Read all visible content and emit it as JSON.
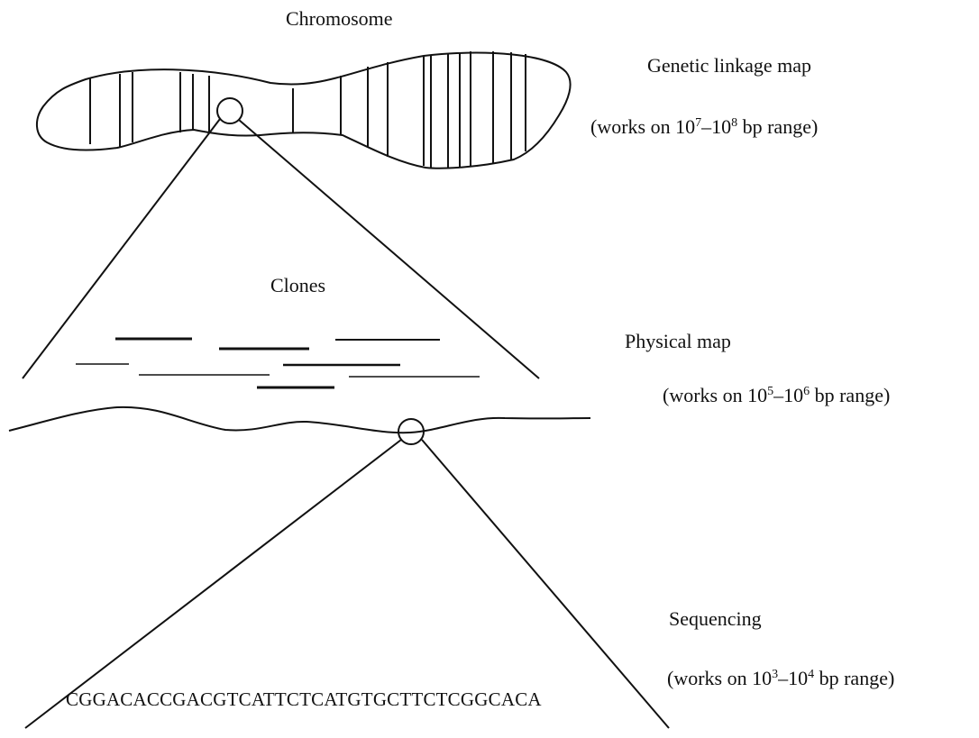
{
  "labels": {
    "chromosome": "Chromosome",
    "genetic_linkage_map": "Genetic linkage map",
    "genetic_range": {
      "prefix": "(works on 10",
      "exp1": "7",
      "mid": "–10",
      "exp2": "8",
      "suffix": " bp range)"
    },
    "clones": "Clones",
    "physical_map": "Physical map",
    "physical_range": {
      "prefix": "(works on 10",
      "exp1": "5",
      "mid": "–10",
      "exp2": "6",
      "suffix": " bp range)"
    },
    "sequencing": "Sequencing",
    "sequencing_range": {
      "prefix": "(works on 10",
      "exp1": "3",
      "mid": "–10",
      "exp2": "4",
      "suffix": " bp range)"
    }
  },
  "sequence": "CGGACACCGACGTCATTCTCATGTGCTTCTCGGCACA"
}
